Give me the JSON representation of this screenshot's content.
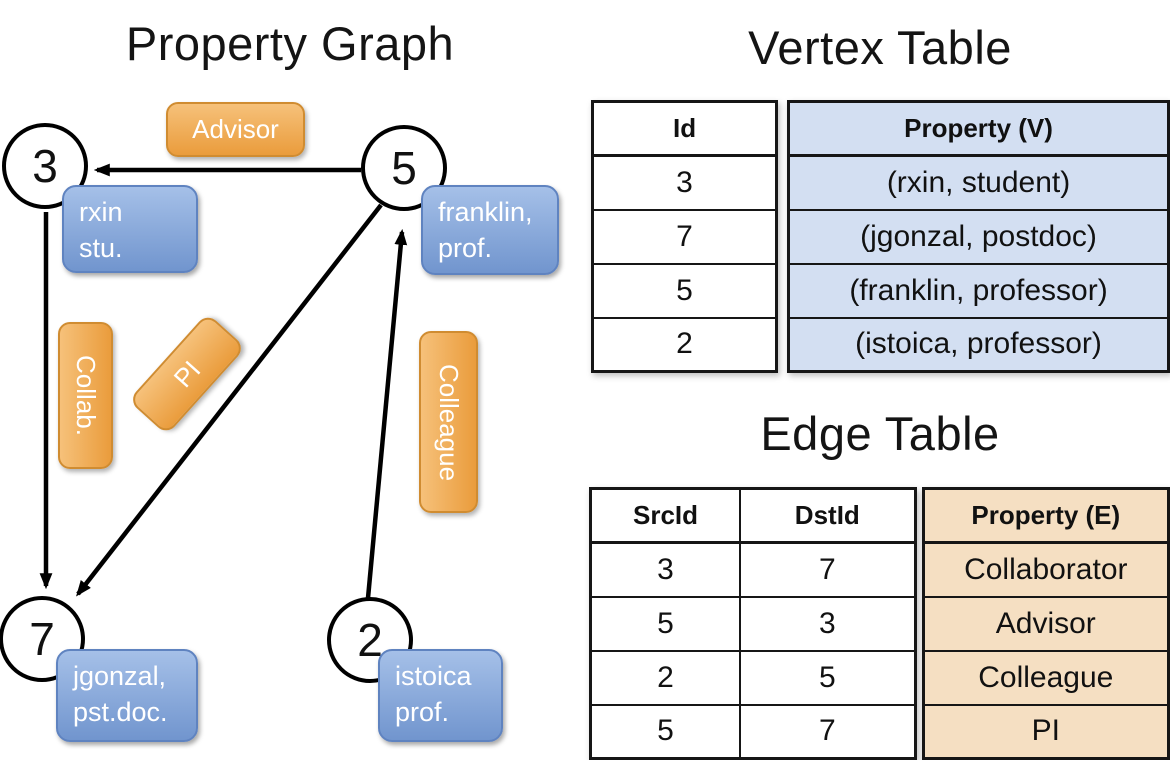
{
  "graph": {
    "title": "Property Graph",
    "vertices": [
      {
        "id": "3",
        "prop1": "rxin",
        "prop2": "stu."
      },
      {
        "id": "5",
        "prop1": "franklin,",
        "prop2": "prof."
      },
      {
        "id": "7",
        "prop1": "jgonzal,",
        "prop2": "pst.doc."
      },
      {
        "id": "2",
        "prop1": "istoica",
        "prop2": "prof."
      }
    ],
    "edge_labels": {
      "advisor": "Advisor",
      "collab": "Collab.",
      "pi": "PI",
      "colleague": "Colleague"
    }
  },
  "vertex_table": {
    "title": "Vertex Table",
    "col_id": "Id",
    "col_property": "Property (V)",
    "rows": [
      {
        "id": "3",
        "property": "(rxin, student)"
      },
      {
        "id": "7",
        "property": "(jgonzal, postdoc)"
      },
      {
        "id": "5",
        "property": "(franklin, professor)"
      },
      {
        "id": "2",
        "property": "(istoica, professor)"
      }
    ]
  },
  "edge_table": {
    "title": "Edge Table",
    "col_src": "SrcId",
    "col_dst": "DstId",
    "col_property": "Property (E)",
    "rows": [
      {
        "src": "3",
        "dst": "7",
        "property": "Collaborator"
      },
      {
        "src": "5",
        "dst": "3",
        "property": "Advisor"
      },
      {
        "src": "2",
        "dst": "5",
        "property": "Colleague"
      },
      {
        "src": "5",
        "dst": "7",
        "property": "PI"
      }
    ]
  },
  "colors": {
    "vertex_cell_blue": "#d3dff2",
    "edge_cell_tan": "#f5dfc2",
    "label_blue_top": "#a5c0e8",
    "label_blue_bottom": "#7195ce",
    "label_orange_top": "#f6c17a",
    "label_orange_bottom": "#ea9c3c",
    "line_black": "#000000"
  }
}
